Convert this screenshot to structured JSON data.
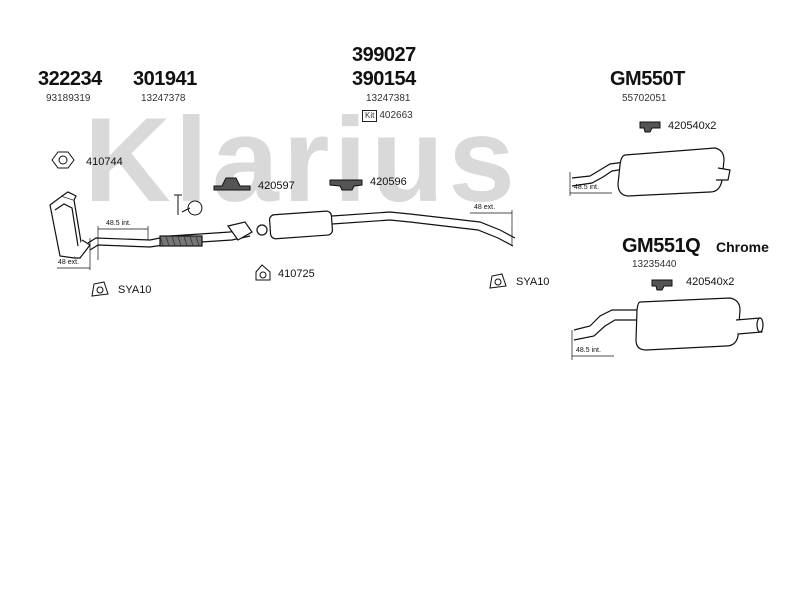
{
  "watermark": "Klarius",
  "parts": {
    "p322234": {
      "number": "322234",
      "ref": "93189319"
    },
    "p301941": {
      "number": "301941",
      "ref": "13247378"
    },
    "p399027": {
      "number": "399027"
    },
    "p390154": {
      "number": "390154",
      "ref": "13247381",
      "kit_label": "Kit",
      "kit_ref": "402663"
    },
    "pGM550T": {
      "number": "GM550T",
      "ref": "55702051"
    },
    "pGM551Q": {
      "number": "GM551Q",
      "variant": "Chrome",
      "ref": "13235440"
    }
  },
  "fittings": {
    "f410744": "410744",
    "f420597": "420597",
    "f420596": "420596",
    "f420540_top": "420540x2",
    "f420540_bottom": "420540x2",
    "f410725": "410725",
    "fSYA10_left": "SYA10",
    "fSYA10_mid": "SYA10"
  },
  "dimensions": {
    "d48_5_int_left": "48.5 int.",
    "d48_ext_left": "48 ext.",
    "d48_ext_mid": "48 ext.",
    "d48_5_int_right_top": "48.5 int.",
    "d48_5_int_right_bottom": "48.5 int."
  }
}
